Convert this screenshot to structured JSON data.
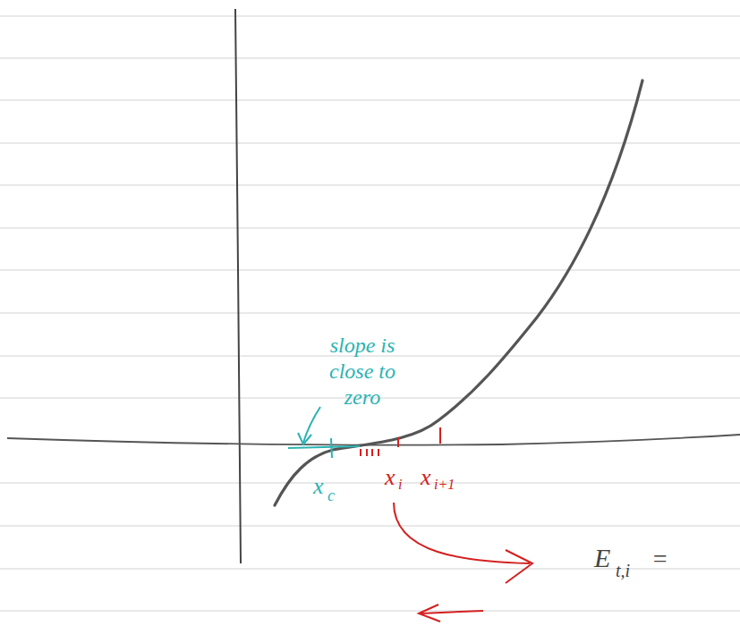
{
  "diagram": {
    "labels": [
      "slope is close to zero",
      "x",
      "c",
      "x",
      "i",
      "x",
      "i+1",
      "E",
      "t,i",
      "="
    ]
  }
}
